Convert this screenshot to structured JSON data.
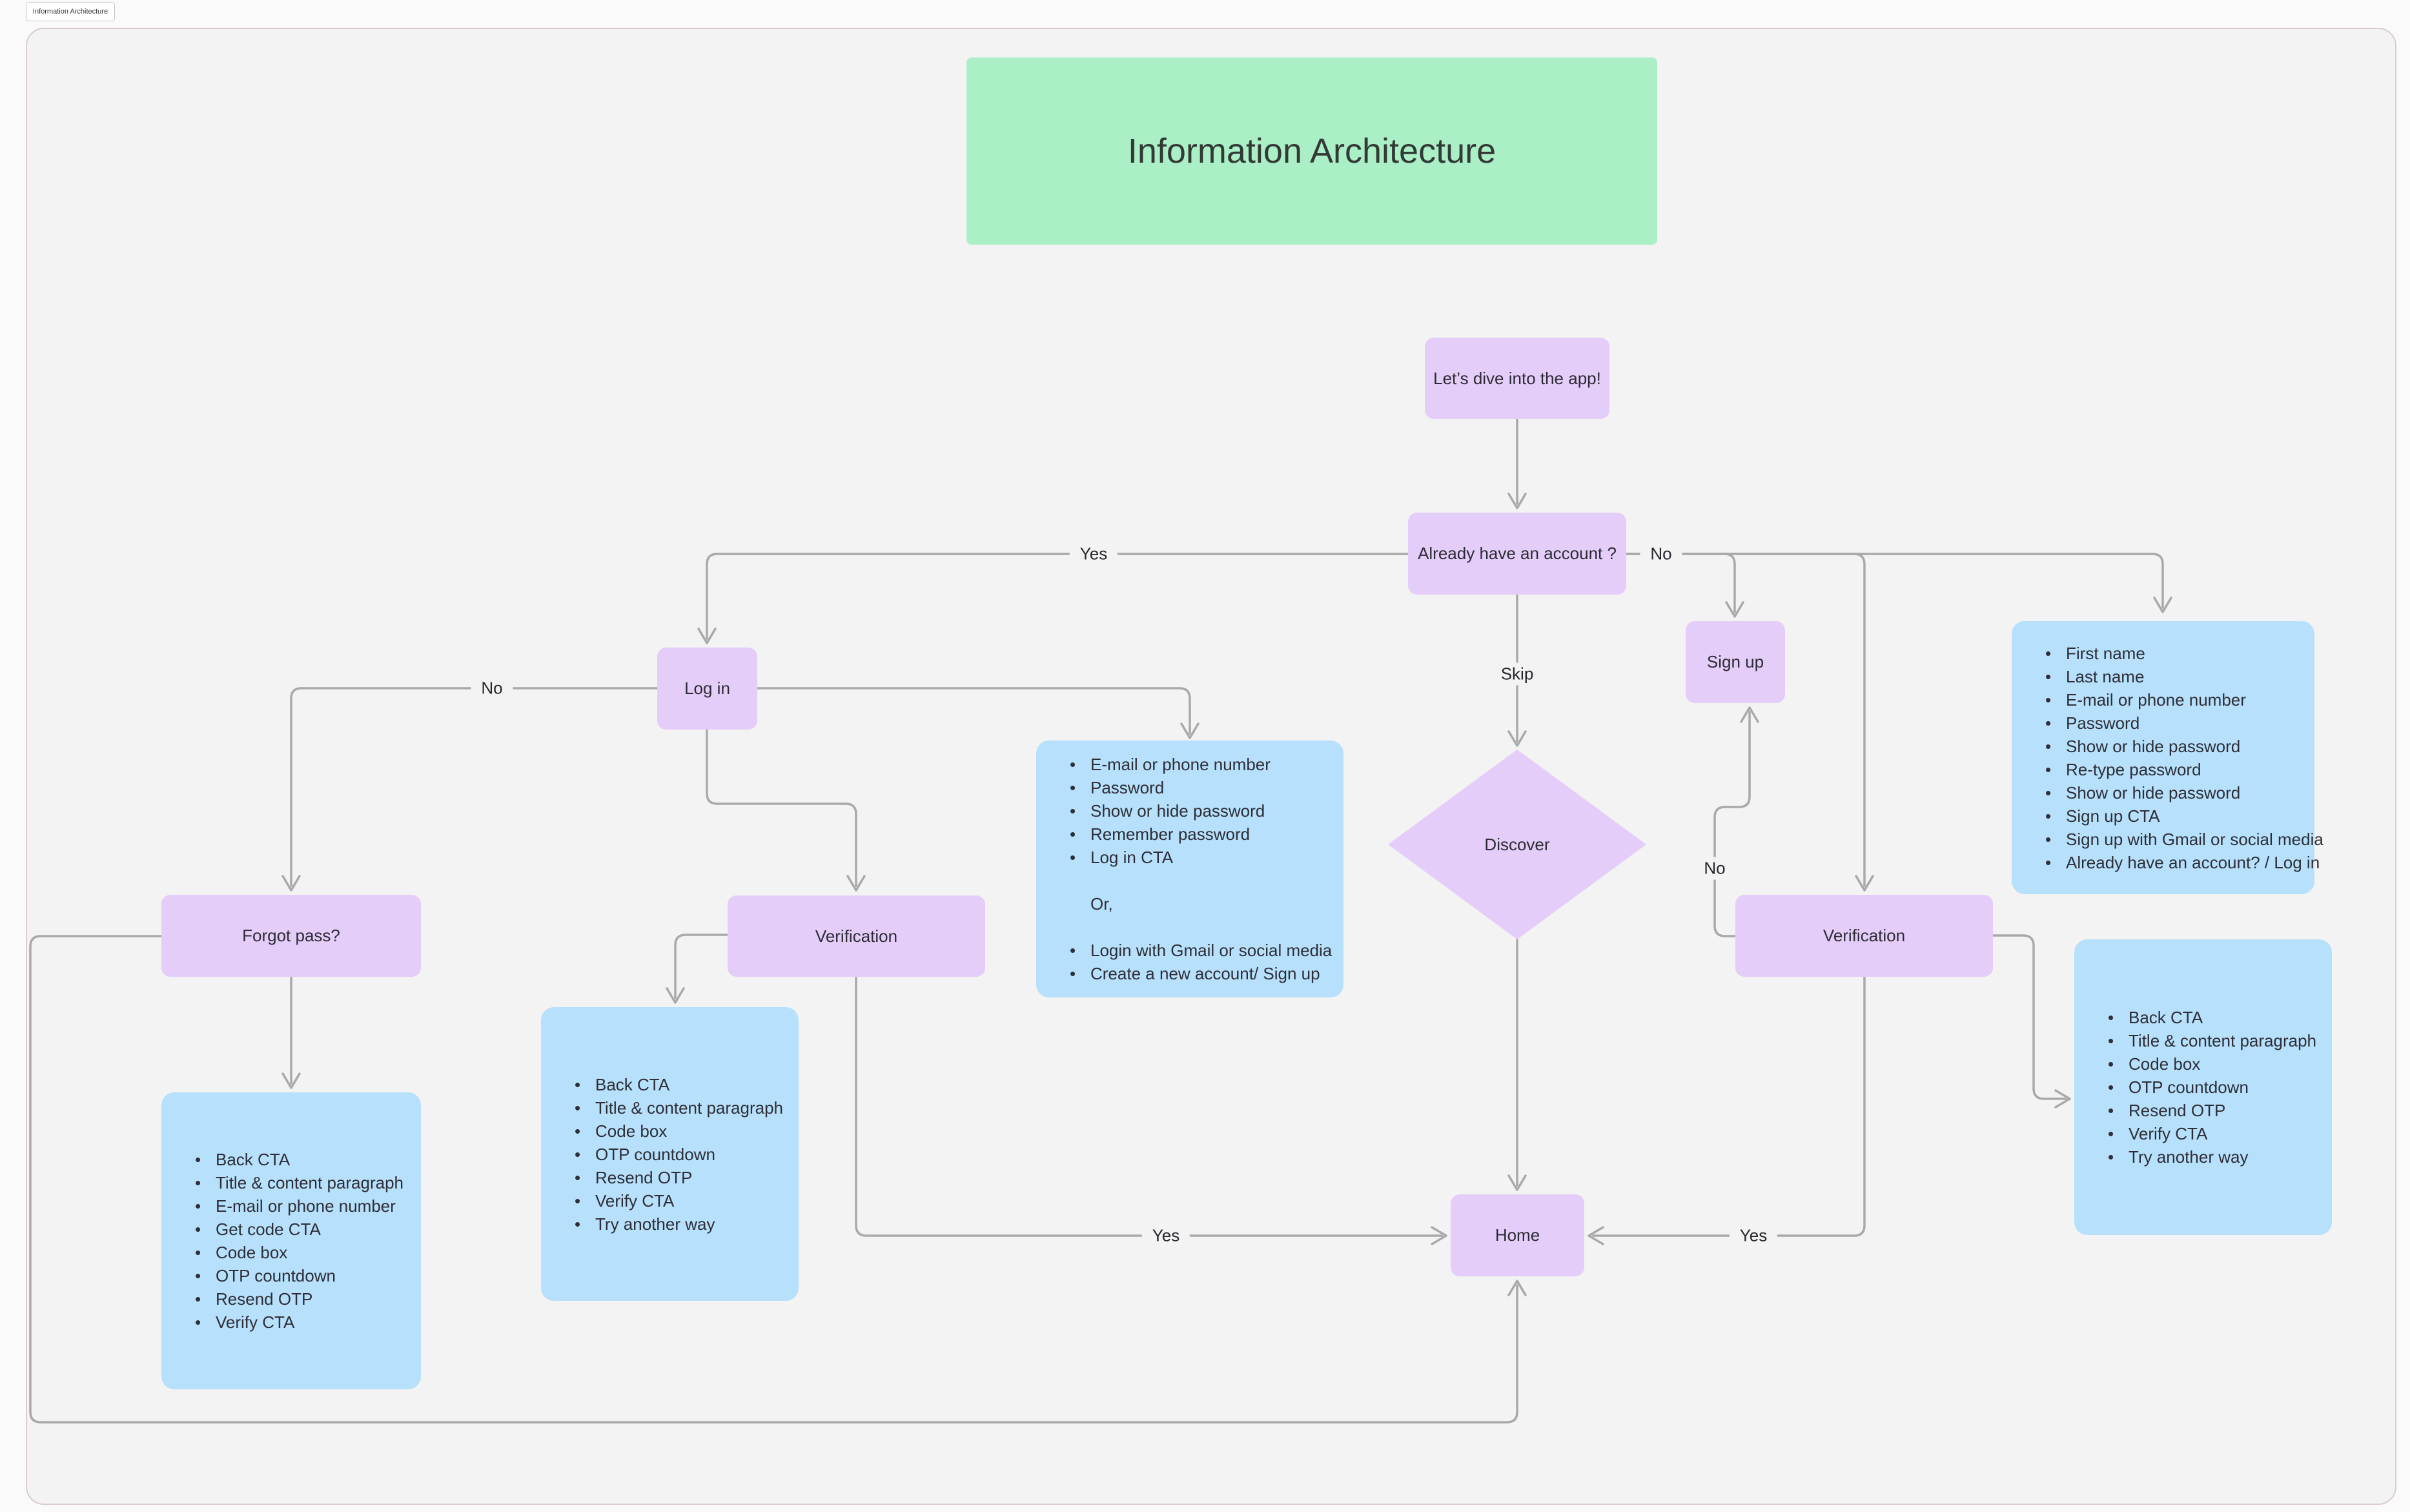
{
  "tab": {
    "label": "Information Architecture"
  },
  "title": {
    "text": "Information Architecture"
  },
  "nodes": {
    "lets_dive": {
      "label": "Let’s dive into the app!"
    },
    "already": {
      "label": "Already have an account ?"
    },
    "login": {
      "label": "Log in"
    },
    "signup": {
      "label": "Sign up"
    },
    "discover": {
      "label": "Discover"
    },
    "forgot": {
      "label": "Forgot pass?"
    },
    "verification_left": {
      "label": "Verification"
    },
    "verification_right": {
      "label": "Verification"
    },
    "home": {
      "label": "Home"
    }
  },
  "edge_labels": {
    "yes_login": "Yes",
    "no_signup": "No",
    "skip": "Skip",
    "no_forgot": "No",
    "no_verification": "No",
    "yes_home_left": "Yes",
    "yes_home_right": "Yes"
  },
  "lists": {
    "login_fields": {
      "sections": [
        {
          "bullets": [
            "E-mail or phone number",
            "Password",
            "Show or hide password",
            "Remember password",
            "Log in CTA"
          ]
        },
        {
          "text": "Or,"
        },
        {
          "bullets": [
            "Login with Gmail or social media",
            "Create a new account/ Sign up"
          ]
        }
      ]
    },
    "signup_fields": {
      "sections": [
        {
          "bullets": [
            "First name",
            "Last name",
            "E-mail or phone number",
            "Password",
            "Show or hide password",
            "Re-type password",
            "Show or hide password",
            "Sign up CTA",
            "Sign up with Gmail or social media",
            "Already have an account? / Log in"
          ]
        }
      ]
    },
    "forgot_fields": {
      "sections": [
        {
          "bullets": [
            "Back CTA",
            "Title & content paragraph",
            "E-mail or phone number",
            "Get code CTA",
            "Code box",
            "OTP countdown",
            "Resend OTP",
            "Verify CTA"
          ]
        }
      ]
    },
    "verification_fields_left": {
      "sections": [
        {
          "bullets": [
            "Back CTA",
            "Title & content paragraph",
            "Code box",
            "OTP countdown",
            "Resend OTP",
            "Verify CTA",
            "Try another way"
          ]
        }
      ]
    },
    "verification_fields_right": {
      "sections": [
        {
          "bullets": [
            "Back CTA",
            "Title & content paragraph",
            "Code box",
            "OTP countdown",
            "Resend OTP",
            "Verify CTA",
            "Try another way"
          ]
        }
      ]
    }
  },
  "colors": {
    "node_purple": "#E4CDF8",
    "annotation_blue": "#B6E0FB",
    "title_green": "#ABEFC7",
    "connector_gray": "#A9A9A9",
    "canvas_bg": "#F4F3F3"
  }
}
